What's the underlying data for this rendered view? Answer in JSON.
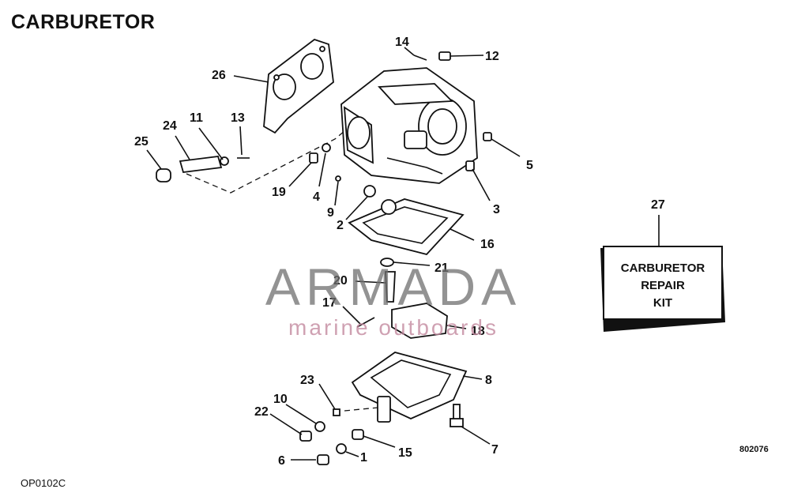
{
  "title": "CARBURETOR",
  "figure_code": "802076",
  "file_ref": "OP0102C",
  "kit": {
    "line1": "CARBURETOR",
    "line2": "REPAIR",
    "line3": "KIT"
  },
  "watermark": {
    "brand": "ARMADA",
    "tagline": "marine outboards"
  },
  "callouts": {
    "c1": "1",
    "c2": "2",
    "c3": "3",
    "c4": "4",
    "c5": "5",
    "c6": "6",
    "c7": "7",
    "c8": "8",
    "c9": "9",
    "c10": "10",
    "c11": "11",
    "c12": "12",
    "c13": "13",
    "c14": "14",
    "c15": "15",
    "c16": "16",
    "c17": "17",
    "c18": "18",
    "c19": "19",
    "c20": "20",
    "c21": "21",
    "c22": "22",
    "c23": "23",
    "c24": "24",
    "c25": "25",
    "c26": "26",
    "c27": "27"
  }
}
